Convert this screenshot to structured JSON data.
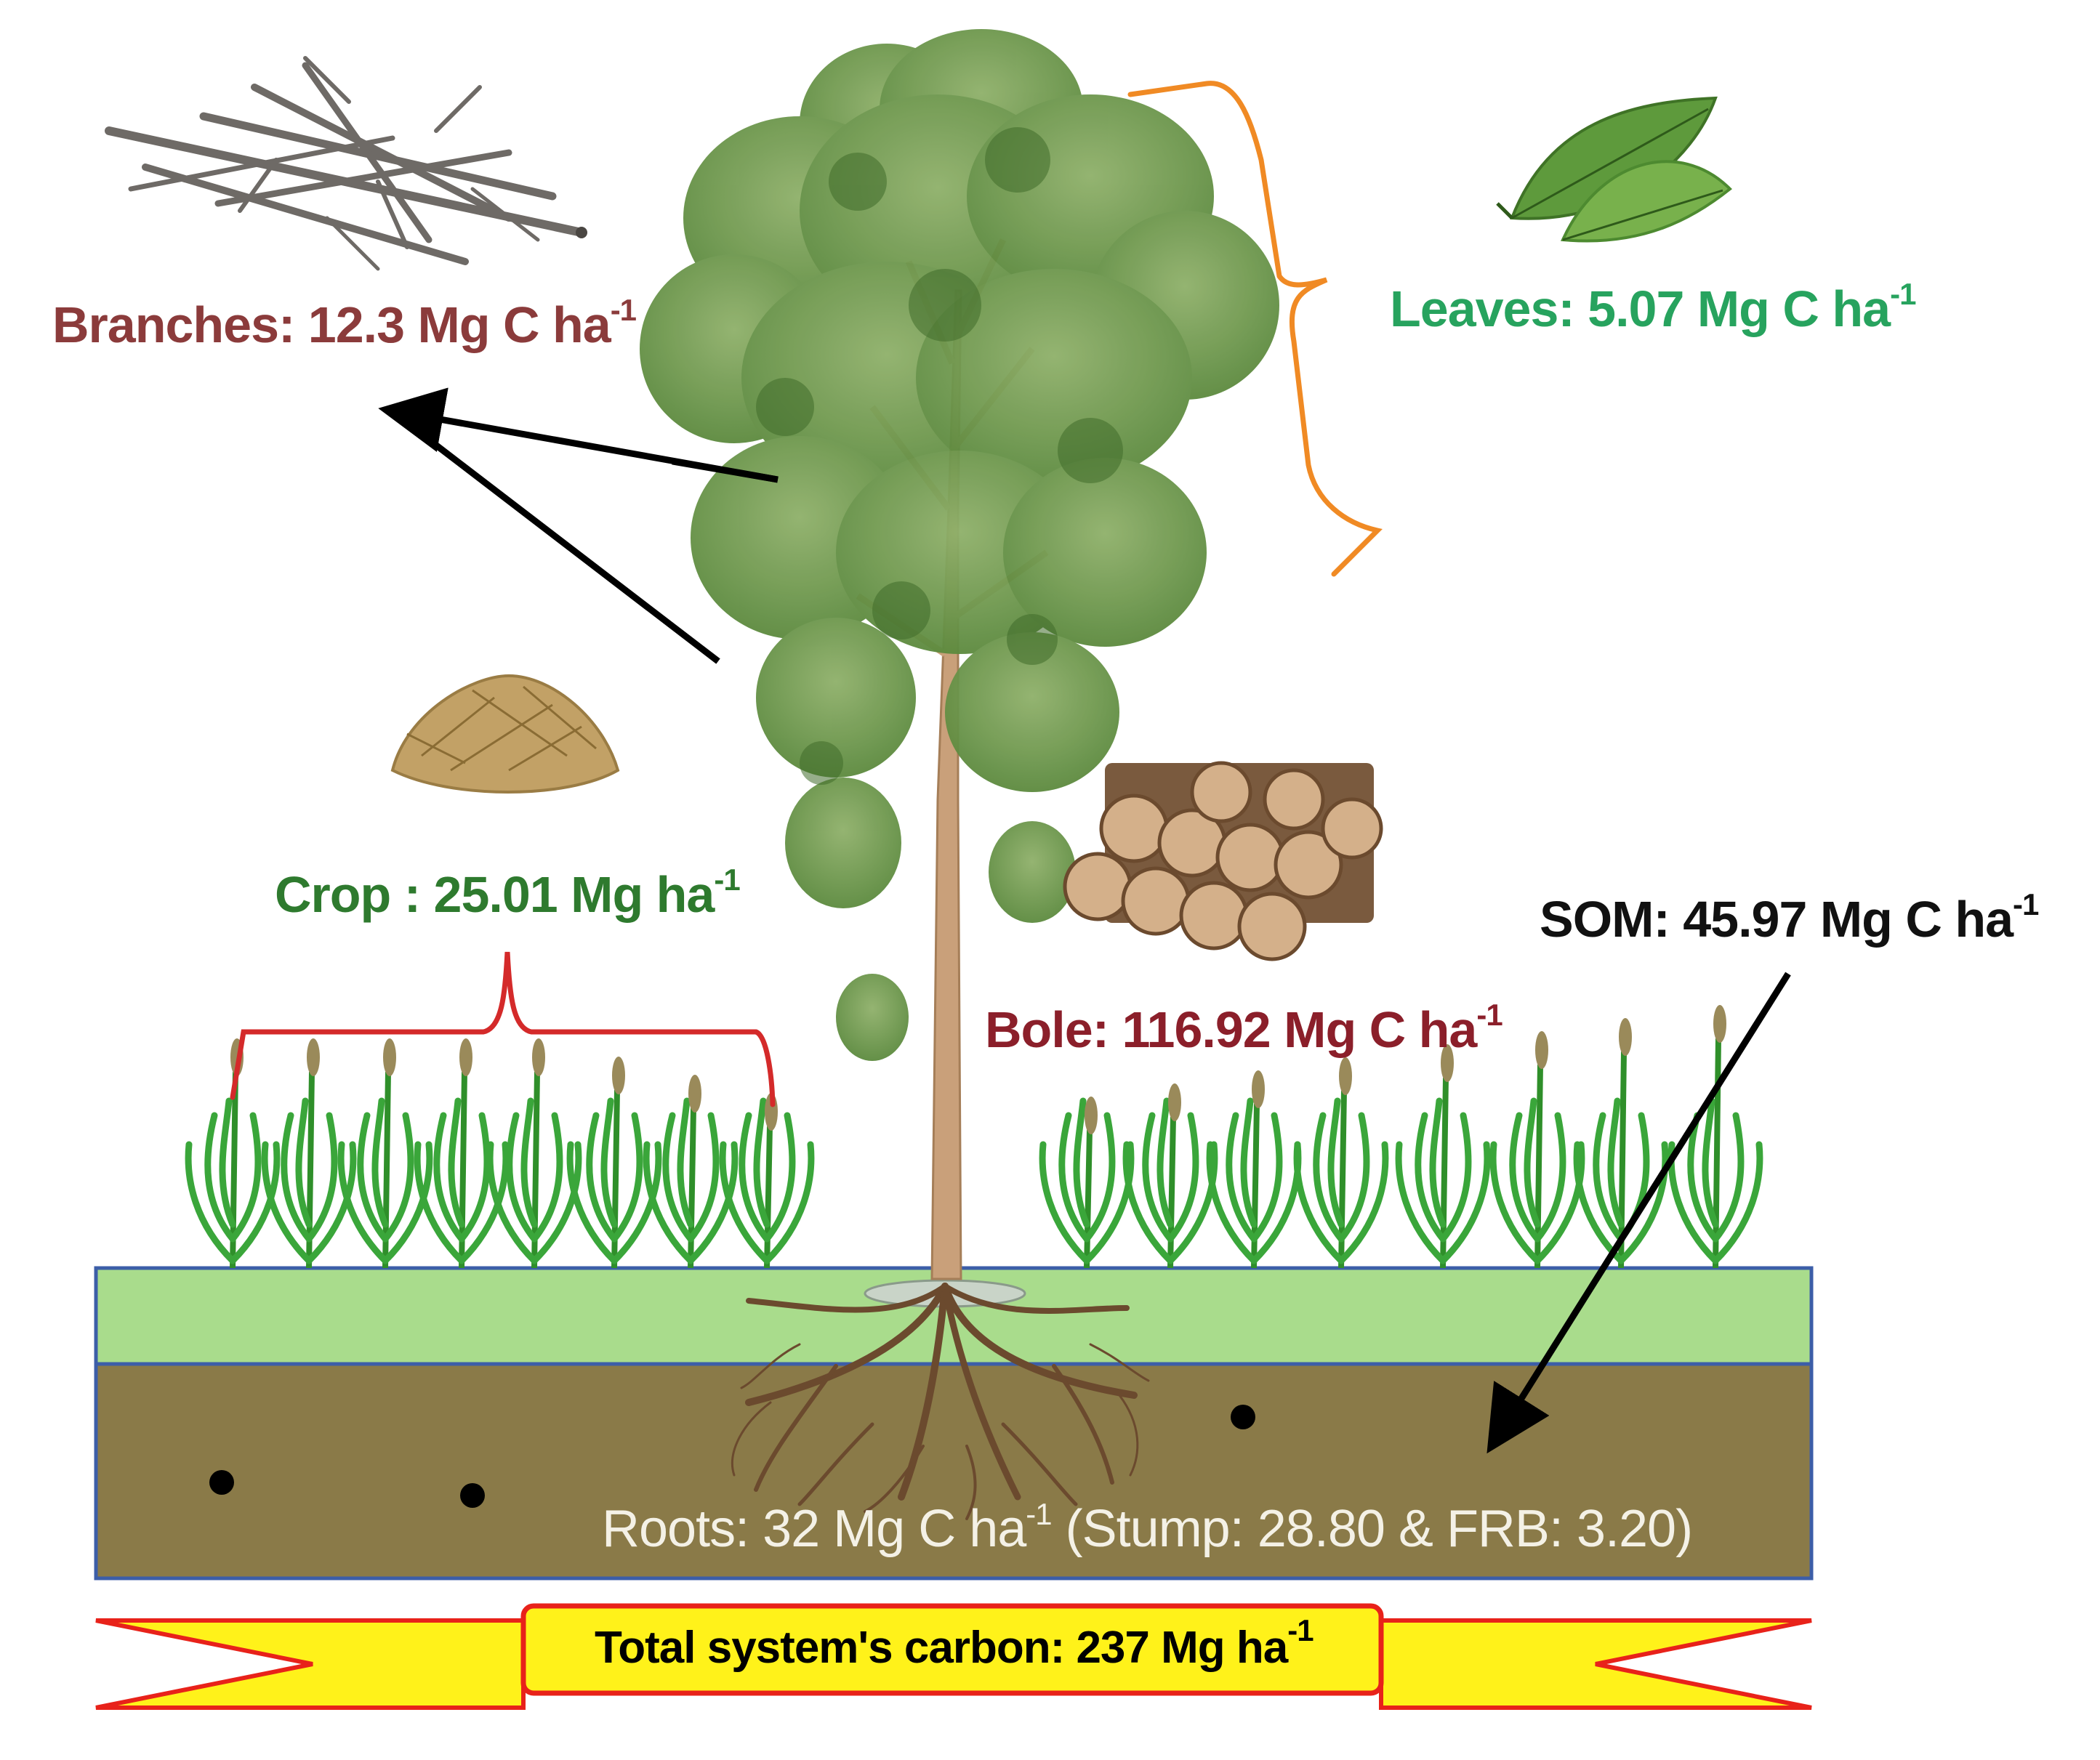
{
  "labels": {
    "branches": {
      "text": "Branches: 12.3 Mg C ha",
      "sup": "-1"
    },
    "leaves": {
      "text": "Leaves: 5.07 Mg C ha",
      "sup": "-1"
    },
    "crop": {
      "text": "Crop : 25.01 Mg ha",
      "sup": "-1"
    },
    "bole": {
      "text": "Bole: 116.92 Mg C ha",
      "sup": "-1"
    },
    "som": {
      "text": "SOM: 45.97 Mg C ha",
      "sup": "-1"
    },
    "roots": {
      "text": "Roots: 32 Mg C ha",
      "sup": "-1",
      "rest": " (Stump: 28.80 & FRB: 3.20)"
    },
    "total": {
      "text": "Total system's carbon: 237 Mg ha",
      "sup": "-1"
    }
  },
  "colors": {
    "branches": "#8b3b3b",
    "leaves": "#27a35e",
    "crop": "#2e7a2e",
    "bole": "#8b1f2a",
    "som": "#111111",
    "roots": "#f4f1e6",
    "topsoil": "#a9dc8c",
    "subsoil": "#8a7a48",
    "banner": "#fff21a",
    "banner_edge": "#e8221a",
    "leaf_brace": "#f08a24",
    "crop_brace": "#d42a2a"
  },
  "icons": {
    "branches": "branch-bundle-icon",
    "leaves": "leaf-icon",
    "crop": "straw-pile-icon",
    "bole": "log-pile-icon",
    "tree": "eucalyptus-tree-icon"
  }
}
